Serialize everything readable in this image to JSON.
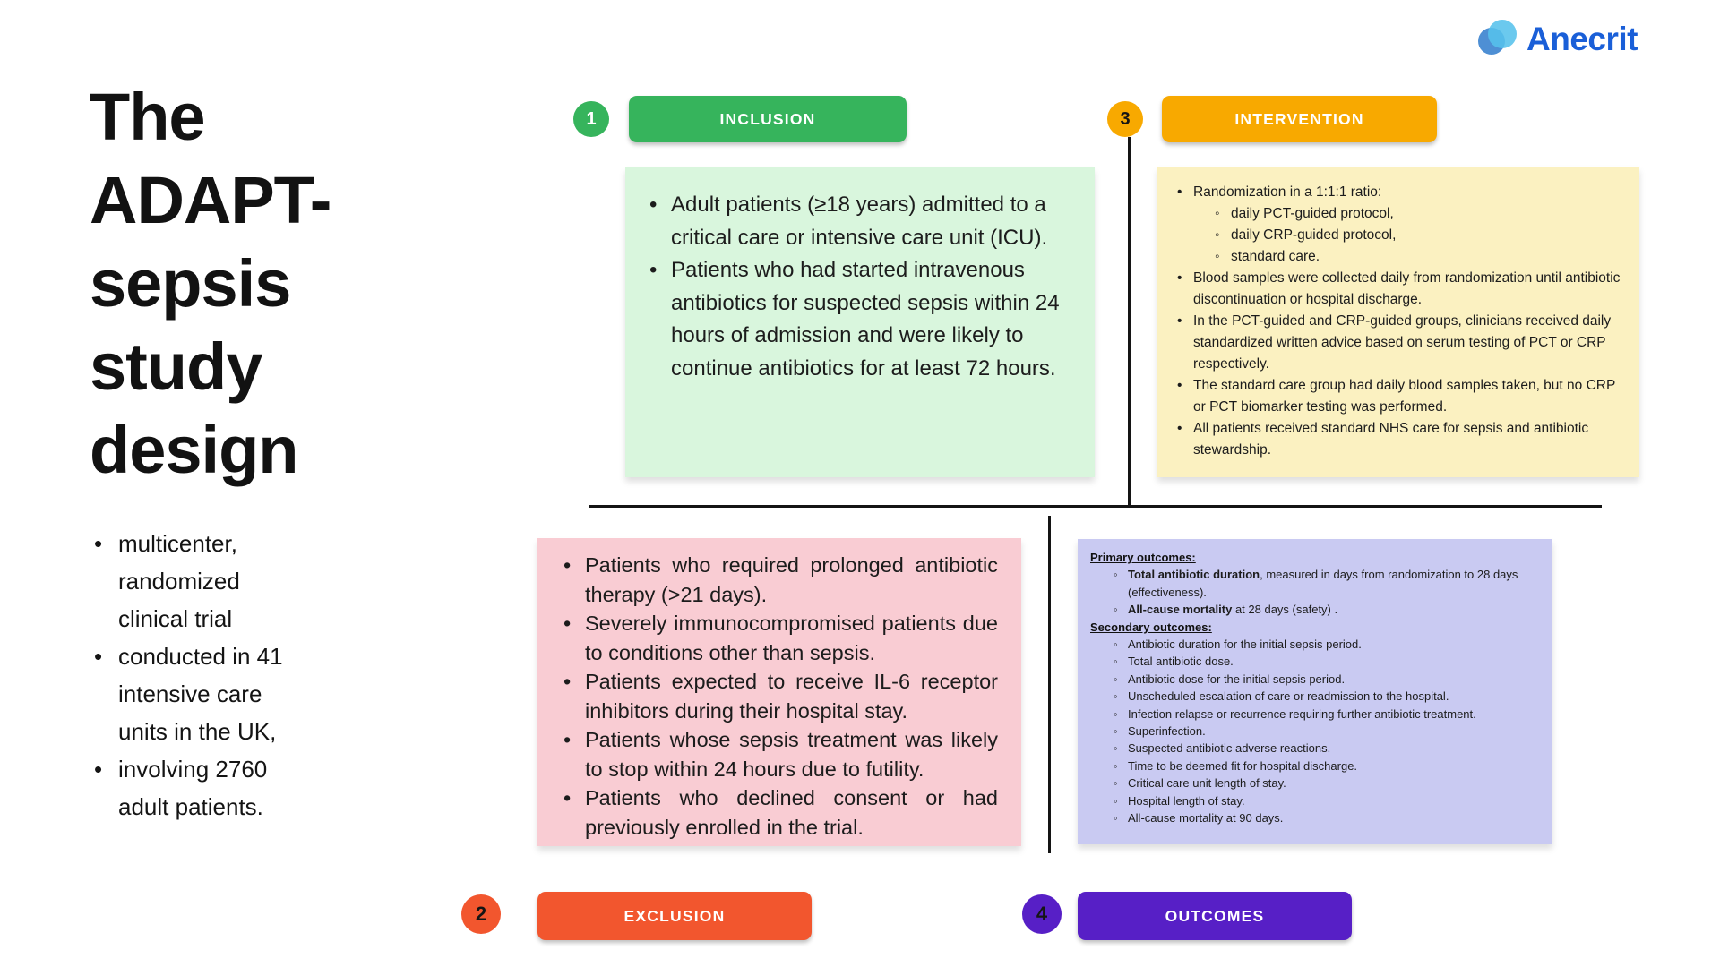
{
  "logo": {
    "name": "Anecrit",
    "icon": "cloud-icon",
    "brand_color": "#1a5fd8"
  },
  "title": {
    "lines": [
      "The",
      "ADAPT-",
      "sepsis",
      "study",
      "design"
    ]
  },
  "study_points": [
    "multicenter, randomized clinical trial",
    "conducted in 41 intensive care units in the UK,",
    "involving 2760 adult patients."
  ],
  "sections": {
    "inclusion": {
      "number": "1",
      "label": "INCLUSION",
      "accent_color": "#36b45c",
      "box_color": "#d9f6dd",
      "items": [
        "Adult patients (≥18 years) admitted to a critical care or intensive care unit (ICU).",
        "Patients who had started intravenous antibiotics for suspected sepsis within 24 hours of admission and were likely to continue antibiotics for at least 72 hours."
      ]
    },
    "exclusion": {
      "number": "2",
      "label": "EXCLUSION",
      "accent_color": "#f2562e",
      "box_color": "#f9ccd3",
      "items": [
        "Patients who required prolonged antibiotic therapy (>21 days).",
        "Severely immunocompromised patients due to conditions other than sepsis.",
        "Patients expected to receive IL-6 receptor inhibitors during their hospital stay.",
        "Patients whose sepsis treatment was likely to stop within 24 hours due to futility.",
        "Patients who declined consent or had previously enrolled in the trial."
      ]
    },
    "intervention": {
      "number": "3",
      "label": "INTERVENTION",
      "accent_color": "#f8a900",
      "box_color": "#fbf1c1",
      "items": [
        {
          "text": "Randomization in a 1:1:1 ratio:",
          "subitems": [
            "daily PCT-guided protocol,",
            "daily CRP-guided protocol,",
            "standard care."
          ]
        },
        {
          "text": "Blood samples were collected daily from randomization until antibiotic discontinuation or hospital discharge."
        },
        {
          "text": "In the PCT-guided and CRP-guided groups, clinicians received daily standardized written advice based on serum testing of PCT or CRP respectively."
        },
        {
          "text": "The standard care group had daily blood samples taken, but no CRP or PCT biomarker testing was performed."
        },
        {
          "text": "All patients received standard NHS care for sepsis and antibiotic stewardship."
        }
      ]
    },
    "outcomes": {
      "number": "4",
      "label": "OUTCOMES",
      "accent_color": "#571fc6",
      "box_color": "#c9caf2",
      "primary_heading": "Primary outcomes:",
      "primary": [
        {
          "bold": "Total antibiotic duration",
          "rest": ", measured in days from randomization to 28 days (effectiveness)."
        },
        {
          "bold": "All-cause mortality",
          "rest": " at 28 days (safety) ."
        }
      ],
      "secondary_heading": "Secondary outcomes:",
      "secondary": [
        "Antibiotic duration for the initial sepsis period.",
        "Total antibiotic dose.",
        "Antibiotic dose for the initial sepsis period.",
        "Unscheduled escalation of care or readmission to the hospital.",
        "Infection relapse or recurrence requiring further antibiotic treatment.",
        "Superinfection.",
        "Suspected antibiotic adverse reactions.",
        "Time to be deemed fit for hospital discharge.",
        "Critical care unit length of stay.",
        "Hospital length of stay.",
        "All-cause mortality at 90 days."
      ]
    }
  }
}
